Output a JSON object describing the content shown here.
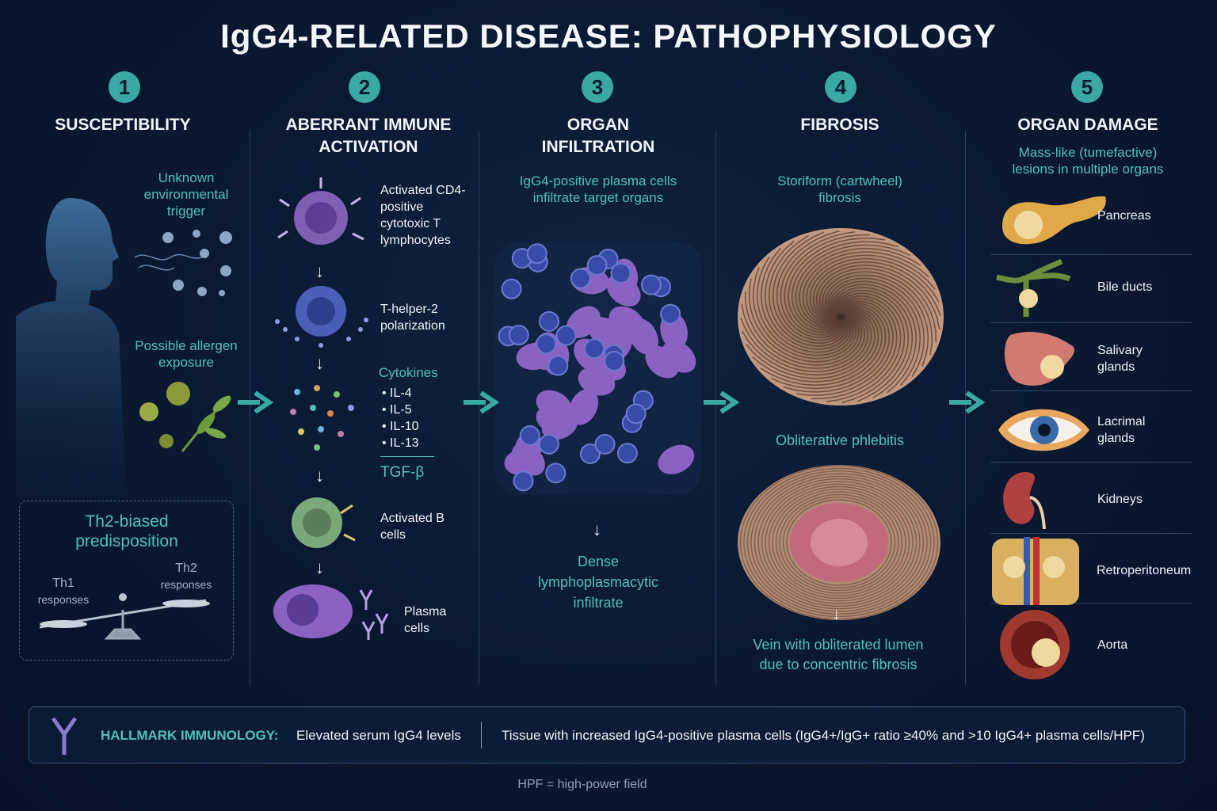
{
  "title": "IgG4-RELATED DISEASE: PATHOPHYSIOLOGY",
  "colors": {
    "accent": "#3aa8a4",
    "teal_text": "#4fc1bb",
    "background": "#0a1830"
  },
  "steps": [
    {
      "number": "1",
      "heading": "SUSCEPTIBILITY"
    },
    {
      "number": "2",
      "heading": "ABERRANT IMMUNE ACTIVATION"
    },
    {
      "number": "3",
      "heading": "ORGAN INFILTRATION"
    },
    {
      "number": "4",
      "heading": "FIBROSIS"
    },
    {
      "number": "5",
      "heading": "ORGAN DAMAGE"
    }
  ],
  "susceptibility": {
    "trigger": "Unknown environmental trigger",
    "allergen": "Possible allergen exposure",
    "predisposition": "Th2-biased predisposition",
    "th1": "Th1",
    "th1_sub": "responses",
    "th2": "Th2",
    "th2_sub": "responses"
  },
  "immune": {
    "t_lymph": "Activated CD4-positive cytotoxic T lymphocytes",
    "th2_pol": "T-helper-2 polarization",
    "cytokines_title": "Cytokines",
    "cytokines": [
      "IL-4",
      "IL-5",
      "IL-10",
      "IL-13"
    ],
    "tgf": "TGF-β",
    "b_cells": "Activated B cells",
    "plasma": "Plasma cells"
  },
  "infiltration": {
    "desc": "IgG4-positive plasma cells infiltrate target organs",
    "result": "Dense lymphoplasmacytic infiltrate"
  },
  "fibrosis": {
    "storiform": "Storiform (cartwheel) fibrosis",
    "phlebitis": "Obliterative phlebitis",
    "vein": "Vein with obliterated lumen due to concentric fibrosis"
  },
  "damage": {
    "desc": "Mass-like (tumefactive) lesions in multiple organs",
    "organs": [
      {
        "name": "Pancreas",
        "icon": "pancreas-icon"
      },
      {
        "name": "Bile ducts",
        "icon": "bile-ducts-icon"
      },
      {
        "name": "Salivary glands",
        "icon": "salivary-glands-icon"
      },
      {
        "name": "Lacrimal glands",
        "icon": "eye-icon"
      },
      {
        "name": "Kidneys",
        "icon": "kidney-icon"
      },
      {
        "name": "Retroperitoneum",
        "icon": "retroperitoneum-icon"
      },
      {
        "name": "Aorta",
        "icon": "aorta-icon"
      }
    ]
  },
  "hallmark": {
    "label": "HALLMARK IMMUNOLOGY:",
    "serum": "Elevated serum IgG4 levels",
    "tissue": "Tissue with increased IgG4-positive plasma cells (IgG4+/IgG+ ratio ≥40% and >10 IgG4+ plasma cells/HPF)"
  },
  "footnote": "HPF = high-power field"
}
